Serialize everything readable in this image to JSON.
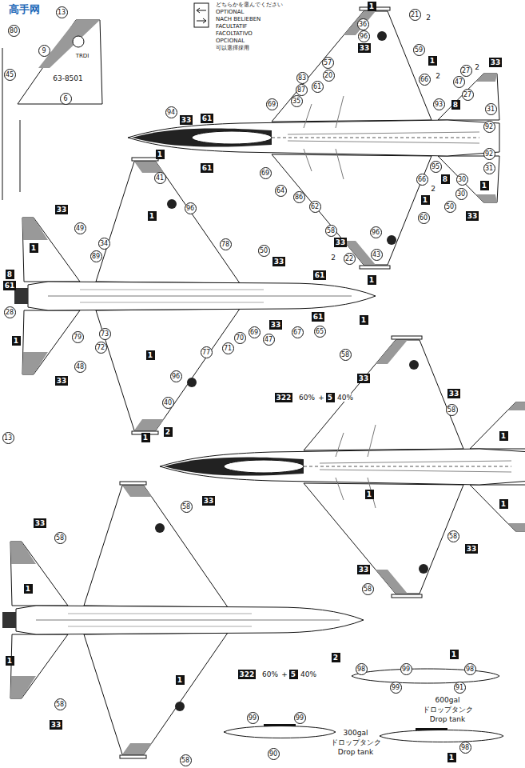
{
  "diagram": {
    "labels": [
      "高手网",
      "どちらかを選んでください",
      "OPTIONAL",
      "NACH BELIEBEN",
      "FACULTATIF",
      "FACOLTATIVO",
      "OPCIONAL",
      "可以選擇採用",
      "13",
      "9",
      "TRDI",
      "63-8501",
      "6",
      "80",
      "45",
      "1",
      "21",
      "2",
      "36",
      "96",
      "33",
      "59",
      "1",
      "57",
      "20",
      "61",
      "83",
      "87",
      "35",
      "33",
      "27",
      "2",
      "47",
      "66",
      "2",
      "27",
      "8",
      "93",
      "31",
      "69",
      "94",
      "33",
      "61",
      "92",
      "92",
      "61",
      "31",
      "69",
      "95",
      "8",
      "66",
      "2",
      "30",
      "1",
      "64",
      "86",
      "62",
      "1",
      "60",
      "30",
      "50",
      "33",
      "58",
      "33",
      "96",
      "2",
      "22",
      "43",
      "1",
      "1",
      "41",
      "96",
      "1",
      "33",
      "49",
      "34",
      "78",
      "1",
      "50",
      "33",
      "89",
      "8",
      "61",
      "28",
      "61",
      "61",
      "1",
      "65",
      "33",
      "69",
      "47",
      "67",
      "70",
      "71",
      "77",
      "72",
      "73",
      "79",
      "1",
      "1",
      "33",
      "48",
      "96",
      "40",
      "1",
      "13",
      "58",
      "33",
      "322",
      "60%",
      "+",
      "5",
      "40%",
      "33",
      "58",
      "1",
      "2",
      "1",
      "33",
      "1",
      "58",
      "33",
      "33",
      "58",
      "58",
      "33",
      "58",
      "1",
      "2",
      "1",
      "322",
      "60%",
      "+",
      "5",
      "40%",
      "1",
      "58",
      "33",
      "58",
      "98",
      "99",
      "1",
      "98",
      "91",
      "99",
      "600gal",
      "ドロップタンク",
      "Drop tank",
      "99",
      "99",
      "90",
      "300gal",
      "ドロップタンク",
      "Drop tank",
      "98",
      "1"
    ]
  }
}
